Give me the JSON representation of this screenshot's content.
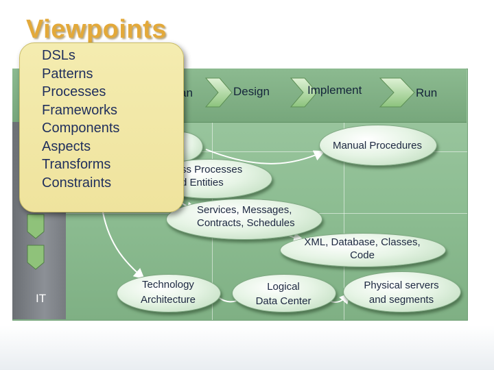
{
  "slide": {
    "title": "Viewpoints"
  },
  "popup": {
    "items": [
      "DSLs",
      "Patterns",
      "Processes",
      "Frameworks",
      "Components",
      "Aspects",
      "Transforms",
      "Constraints"
    ]
  },
  "phases": {
    "plan_partial": "an",
    "design": "Design",
    "implement": "Implement",
    "run": "Run"
  },
  "rows": {
    "it_label": "IT"
  },
  "nodes": {
    "manual_procedures": "Manual Procedures",
    "business_processes_line1": "ss Processes",
    "business_processes_line2": "d Entities",
    "services_line1": "Services, Messages,",
    "services_line2": "Contracts, Schedules",
    "xml_line1": "XML, Database, Classes,",
    "xml_line2": "Code",
    "tech_arch_line1": "Technology",
    "tech_arch_line2": "Architecture",
    "logical_dc_line1": "Logical",
    "logical_dc_line2": "Data Center",
    "physical_line1": "Physical servers",
    "physical_line2": "and segments"
  },
  "colors": {
    "title": "#e3a93a",
    "board": "#8dbd92",
    "popup": "#f4ecb0",
    "text": "#1c2740"
  }
}
